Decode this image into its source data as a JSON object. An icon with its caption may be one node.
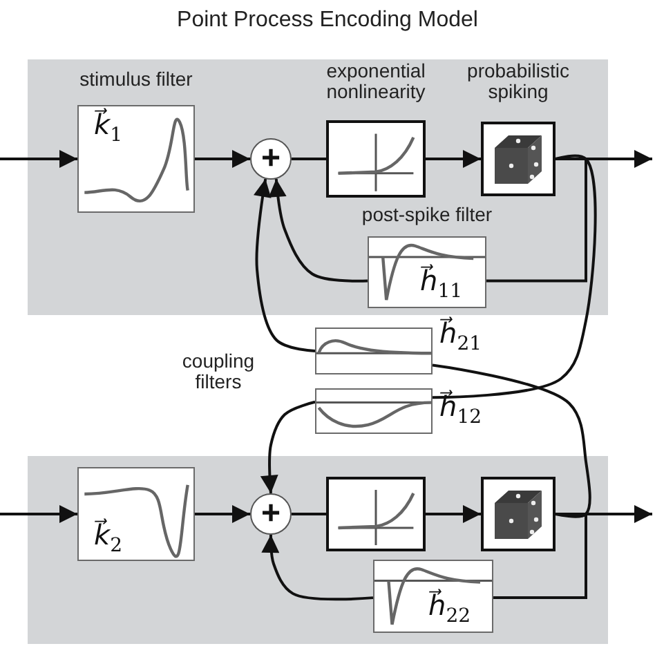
{
  "diagram": {
    "title": "Point Process Encoding Model",
    "nodes": [
      {
        "text": [],
        "shape": "box"
      },
      {
        "text": [],
        "shape": "box"
      },
      {
        "text": [
          "stimulus filter",
          "k⃗$_{1}$"
        ],
        "in": 0
      },
      {
        "text": [
          "+"
        ],
        "in": 0
      },
      {
        "text": [
          "exponential nonlinearity"
        ],
        "in": 0
      },
      {
        "text": [
          "probabilistic spiking"
        ],
        "in": 0
      },
      {
        "text": [
          "post-spike filter",
          "h⃗$_{11}$"
        ],
        "in": 0
      },
      {
        "text": [
          "h⃗$_{21}$"
        ]
      },
      {
        "text": [
          "h⃗$_{12}$"
        ]
      },
      {
        "text": [
          "k⃗$_{2}$"
        ],
        "in": 1
      },
      {
        "text": [
          "+"
        ],
        "in": 1
      },
      {
        "text": [],
        "shape": "box",
        "in": 1
      },
      {
        "text": [],
        "shape": "box",
        "in": 1
      },
      {
        "text": [
          "h⃗$_{22}$"
        ],
        "in": 1
      }
    ],
    "edges": [
      {
        "from": null,
        "to": 2,
        "arrow": "to"
      },
      {
        "from": 2,
        "to": 3,
        "arrow": "to"
      },
      {
        "from": 3,
        "to": 4,
        "arrow": "none"
      },
      {
        "from": 4,
        "to": 5,
        "arrow": "to"
      },
      {
        "from": 5,
        "to": null,
        "arrow": "to"
      },
      {
        "from": 5,
        "to": 6,
        "arrow": "none"
      },
      {
        "from": 6,
        "to": 3,
        "arrow": "to"
      },
      {
        "from": 7,
        "to": 3,
        "arrow": "to"
      },
      {
        "from": 5,
        "to": 8,
        "arrow": "none"
      },
      {
        "from": 8,
        "to": 10,
        "arrow": "to"
      },
      {
        "from": 12,
        "to": 7,
        "arrow": "none"
      },
      {
        "from": 12,
        "to": 13,
        "arrow": "none"
      },
      {
        "from": 13,
        "to": 10,
        "arrow": "to"
      },
      {
        "from": null,
        "to": 9,
        "arrow": "to"
      },
      {
        "from": 9,
        "to": 10,
        "arrow": "to"
      },
      {
        "from": 10,
        "to": 11,
        "arrow": "none"
      },
      {
        "from": 11,
        "to": 12,
        "arrow": "to"
      },
      {
        "from": 12,
        "to": null,
        "arrow": "to"
      }
    ],
    "labels": [
      "coupling filters"
    ]
  }
}
